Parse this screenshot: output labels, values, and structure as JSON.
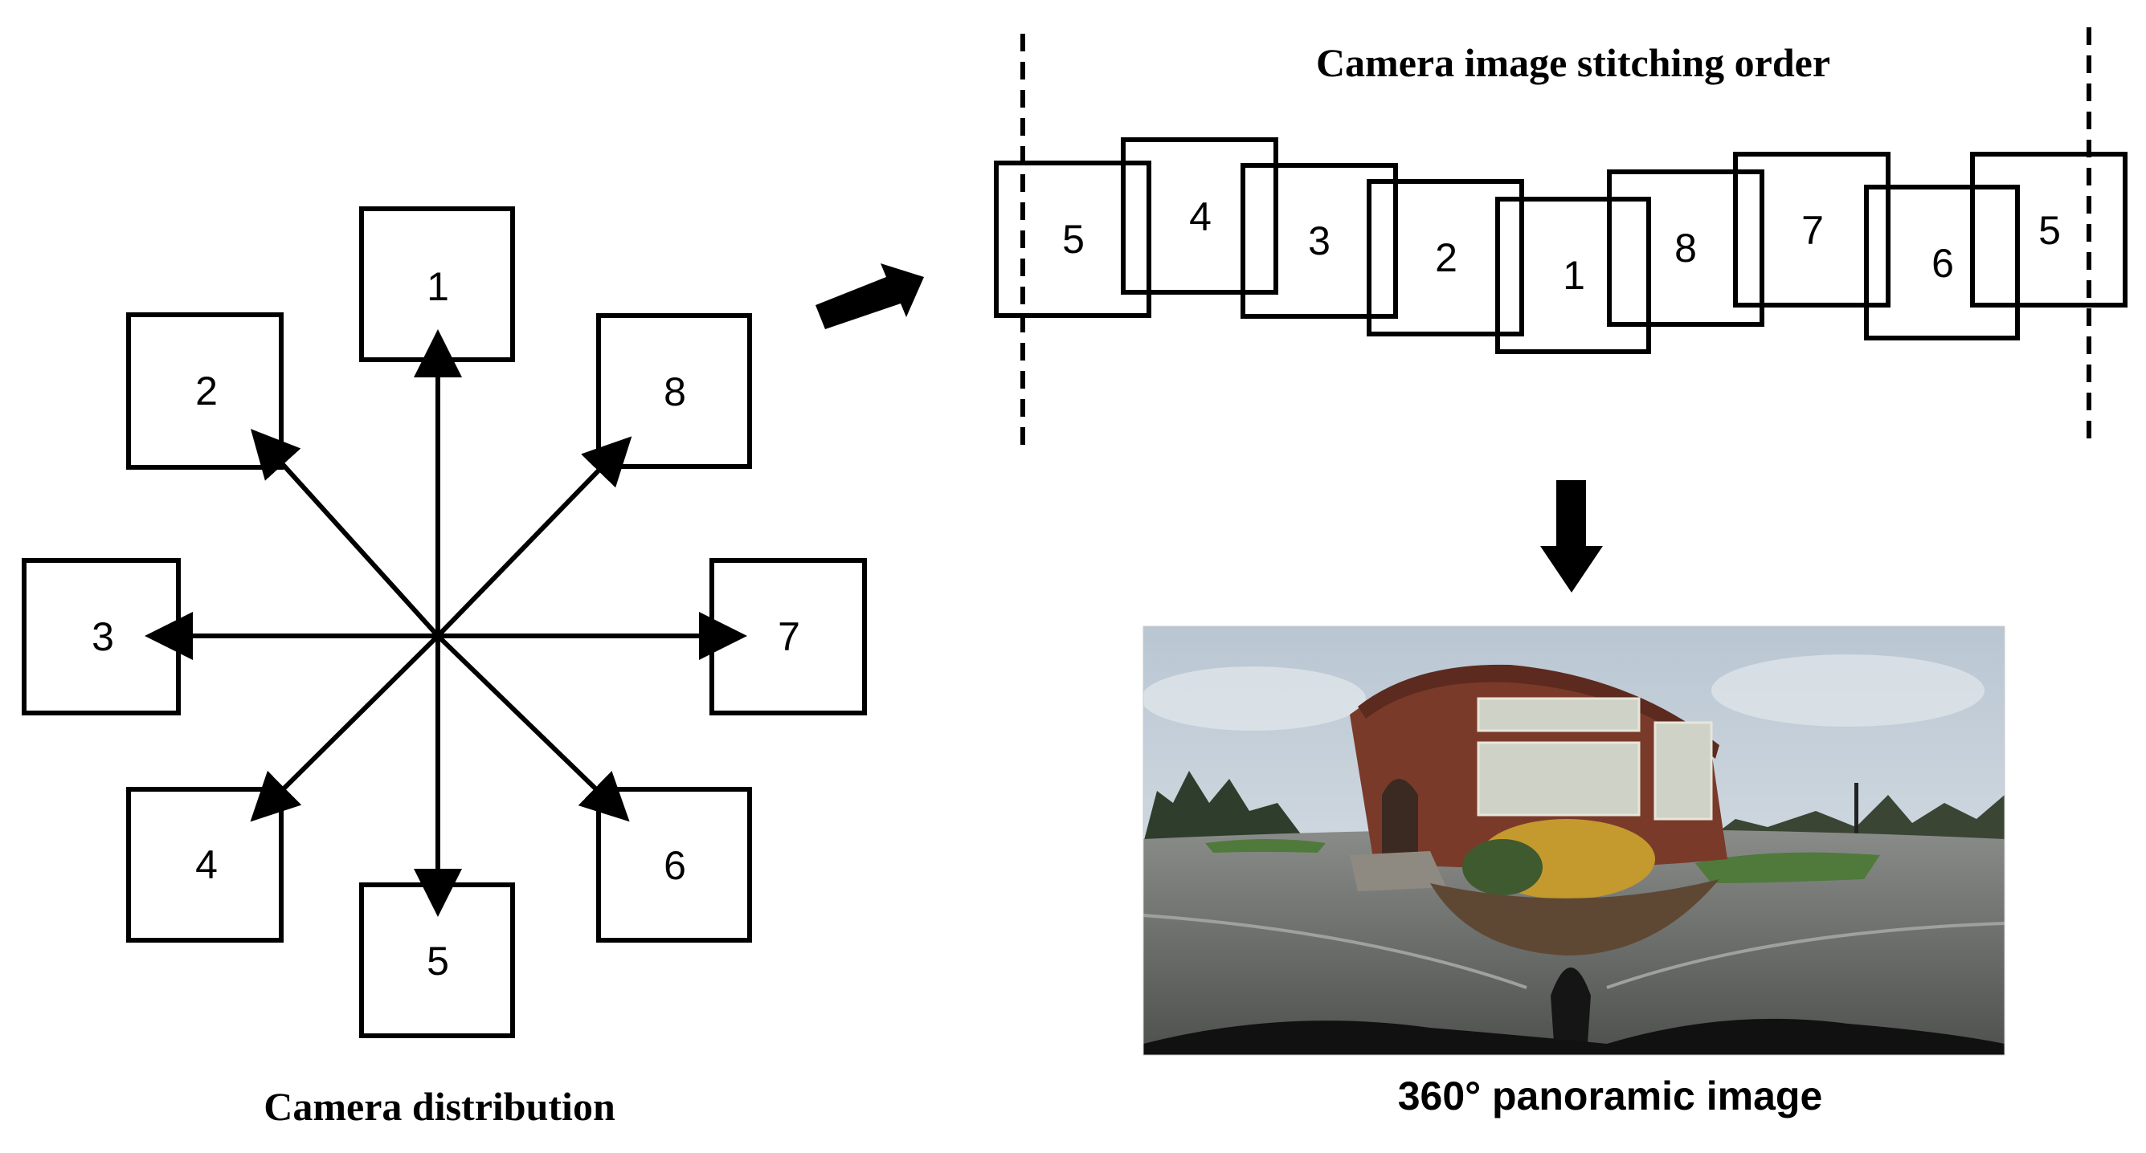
{
  "camera_distribution": {
    "caption": "Camera distribution",
    "cameras": [
      {
        "label": "1"
      },
      {
        "label": "2"
      },
      {
        "label": "3"
      },
      {
        "label": "4"
      },
      {
        "label": "5"
      },
      {
        "label": "6"
      },
      {
        "label": "7"
      },
      {
        "label": "8"
      }
    ]
  },
  "stitching": {
    "title": "Camera image stitching order",
    "sequence": [
      "5",
      "4",
      "3",
      "2",
      "1",
      "8",
      "7",
      "6",
      "5"
    ]
  },
  "panorama": {
    "caption": "360° panoramic image"
  },
  "colors": {
    "stroke": "#000000",
    "sky": "#c9d3dc",
    "brick": "#7a3a2a",
    "ground": "#6c6e6c",
    "foliage": "#c49a2e",
    "grass": "#4f7a3c"
  }
}
